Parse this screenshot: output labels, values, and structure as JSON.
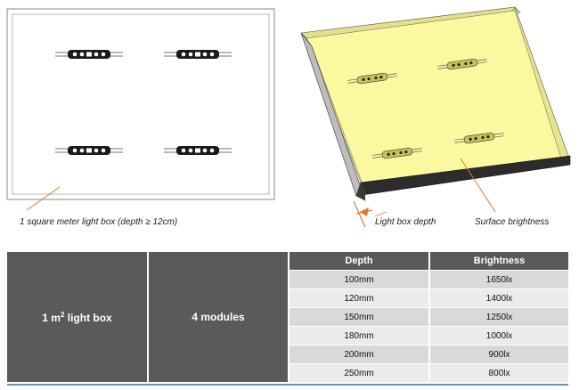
{
  "captions": {
    "left": "1 square meter light box (depth ≥ 12cm)",
    "depth": "Light box depth",
    "surface": "Surface brightness"
  },
  "table": {
    "size_label": "1 m",
    "size_sup": "2",
    "size_suffix": " light box",
    "modules": "4 modules",
    "headers": [
      "Depth",
      "Brightness"
    ],
    "rows": [
      {
        "depth": "100mm",
        "brightness": "1650lx"
      },
      {
        "depth": "120mm",
        "brightness": "1400lx"
      },
      {
        "depth": "150mm",
        "brightness": "1250lx"
      },
      {
        "depth": "180mm",
        "brightness": "1000lx"
      },
      {
        "depth": "200mm",
        "brightness": "900lx"
      },
      {
        "depth": "250mm",
        "brightness": "800lx"
      }
    ]
  },
  "colors": {
    "box_interior": "#fbf9a0",
    "box_side": "#e8e48a",
    "box_wall": "#bdbdbd",
    "table_dark": "#5a5a5a",
    "leader": "#e07a2a"
  }
}
